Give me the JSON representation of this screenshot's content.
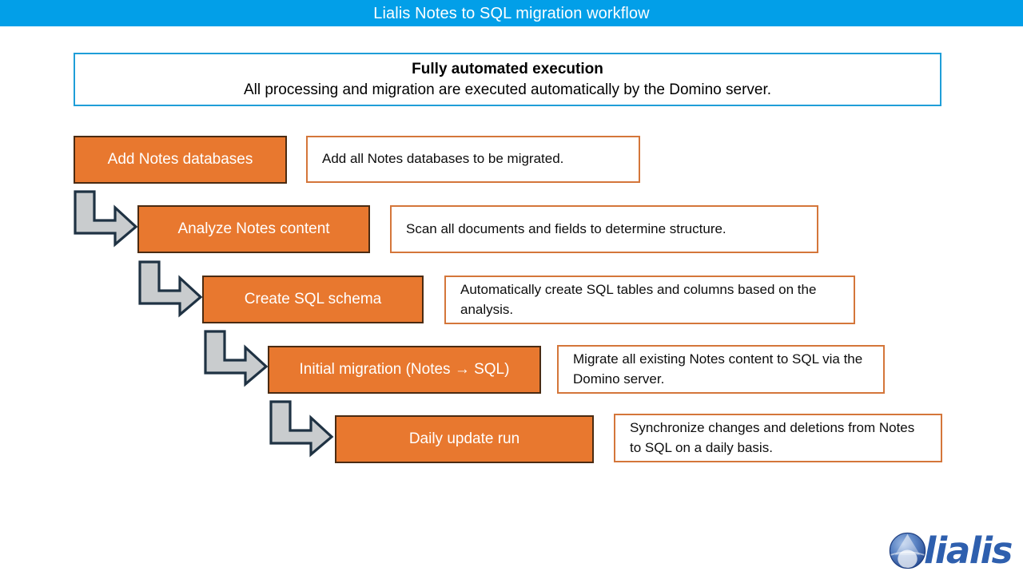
{
  "header": {
    "title": "Lialis Notes to SQL migration workflow",
    "bar_color": "#029FE8",
    "text_color": "#FFFFFF"
  },
  "callout": {
    "title": "Fully automated execution",
    "subtitle": "All processing and migration are executed automatically by the Domino server.",
    "border_color": "#1F9ED8",
    "background": "#FFFFFF"
  },
  "flow": {
    "step_fill_color": "#E8782F",
    "step_border_color": "#4A2B12",
    "step_text_color": "#FFFFFF",
    "desc_border_color": "#D4763A",
    "desc_text_color": "#0D0D0D",
    "arrow_fill_color": "#C9CCCE",
    "arrow_outline_color": "#1F3243",
    "steps": [
      {
        "label": "Add Notes databases",
        "description": "Add all Notes databases to be migrated."
      },
      {
        "label": "Analyze Notes content",
        "description": "Scan all documents and fields to determine structure."
      },
      {
        "label": "Create SQL schema",
        "description": "Automatically create SQL tables and columns based on the analysis."
      },
      {
        "label": "Initial migration (Notes → SQL)",
        "description": "Migrate all existing Notes content to SQL via the Domino server."
      },
      {
        "label": "Daily update run",
        "description": "Synchronize changes and deletions from Notes to SQL on a daily basis."
      }
    ]
  },
  "logo": {
    "wordmark": "lialis",
    "color": "#2E5FAE"
  }
}
